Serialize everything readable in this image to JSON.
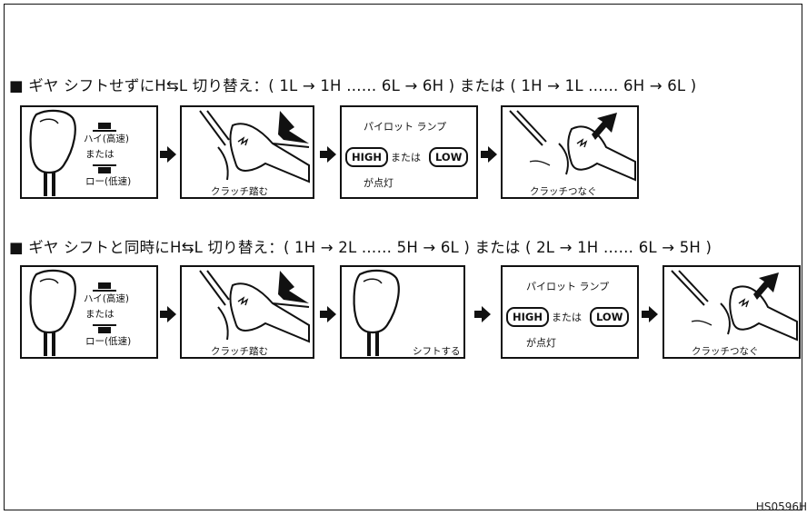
{
  "row1": {
    "heading": "■ ギヤ シフトせずにH⇆L 切り替え：( 1L → 1H …… 6L → 6H ) または ( 1H → 1L …… 6H → 6L )",
    "shift": {
      "high": "ハイ(高速)",
      "or": "または",
      "low": "ロー(低速)"
    },
    "clutch_press": "クラッチ踏む",
    "lamp": {
      "title": "パイロット ランプ",
      "high": "HIGH",
      "or": "または",
      "low": "LOW",
      "lit": "が点灯"
    },
    "clutch_release": "クラッチつなぐ"
  },
  "row2": {
    "heading": "■ ギヤ シフトと同時にH⇆L 切り替え：( 1H → 2L …… 5H → 6L ) または ( 2L → 1H …… 6L → 5H )",
    "shift": {
      "high": "ハイ(高速)",
      "or": "または",
      "low": "ロー(低速)"
    },
    "clutch_press": "クラッチ踏む",
    "do_shift": "シフトする",
    "lamp": {
      "title": "パイロット ランプ",
      "high": "HIGH",
      "or": "または",
      "low": "LOW",
      "lit": "が点灯"
    },
    "clutch_release": "クラッチつなぐ"
  },
  "figure_id": "HS0596H",
  "icons": [
    "gear-knob-icon",
    "high-gear-symbol-icon",
    "low-gear-symbol-icon",
    "foot-press-clutch-icon",
    "foot-release-clutch-icon",
    "right-arrow-icon"
  ]
}
